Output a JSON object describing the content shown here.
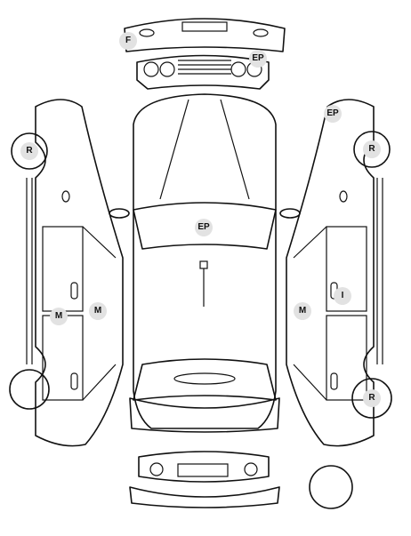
{
  "diagram": {
    "subject": "vehicle inspection body diagram",
    "markers": [
      {
        "id": "front-bumper",
        "label": "F"
      },
      {
        "id": "front-grille",
        "label": "EP"
      },
      {
        "id": "left-fender-top",
        "label": "EP"
      },
      {
        "id": "hood",
        "label": "EP"
      },
      {
        "id": "left-front-wheel",
        "label": "R"
      },
      {
        "id": "right-front-wheel",
        "label": "R"
      },
      {
        "id": "right-rear-wheel",
        "label": "R"
      },
      {
        "id": "right-rear-door",
        "label": "M"
      },
      {
        "id": "right-rear-door-b",
        "label": "M"
      },
      {
        "id": "left-front-door",
        "label": "M"
      },
      {
        "id": "left-handle",
        "label": "I"
      }
    ],
    "colors": {
      "line": "#111111",
      "marker_fill": "#e2e2e2",
      "background": "#ffffff"
    }
  }
}
